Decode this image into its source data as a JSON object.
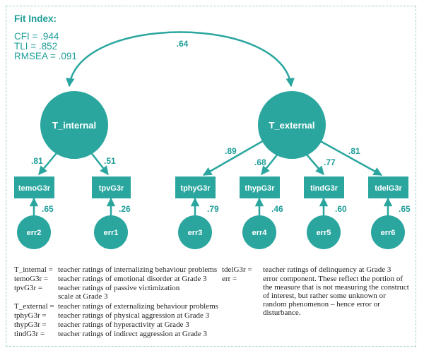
{
  "fit_index": {
    "title": "Fit Index:",
    "cfi": "CFI = .944",
    "tli": "TLI = .852",
    "rmsea": "RMSEA = .091"
  },
  "colors": {
    "teal": "#2aa69f",
    "text_teal": "#1d9e98"
  },
  "correlation": ".64",
  "latent": {
    "internal": "T_internal",
    "external": "T_external"
  },
  "observed": {
    "temo": "temoG3r",
    "tpv": "tpvG3r",
    "tphy": "tphyG3r",
    "thyp": "thypG3r",
    "tind": "tindG3r",
    "tdel": "tdelG3r"
  },
  "loadings": {
    "temo": ".81",
    "tpv": ".51",
    "tphy": ".89",
    "thyp": ".68",
    "tind": ".77",
    "tdel": ".81"
  },
  "errors": {
    "err2": "err2",
    "err1": "err1",
    "err3": "err3",
    "err4": "err4",
    "err5": "err5",
    "err6": "err6"
  },
  "error_paths": {
    "err2": ".65",
    "err1": ".26",
    "err3": ".79",
    "err4": ".46",
    "err5": ".60",
    "err6": ".65"
  },
  "legend_left": [
    {
      "term": "T_internal =",
      "def": "teacher ratings of internalizing behaviour problems"
    },
    {
      "term": "temoG3r =",
      "def": "teacher ratings of emotional disorder at Grade 3"
    },
    {
      "term": "tpvG3r =",
      "def": "teacher ratings of passive victimization"
    },
    {
      "term": "",
      "def": "scale at Grade 3"
    },
    {
      "term": "T_external =",
      "def": "teacher ratings of externalizing behaviour problems"
    },
    {
      "term": "tphyG3r =",
      "def": "teacher ratings of physical aggression at Grade 3"
    },
    {
      "term": "thypG3r =",
      "def": "teacher ratings of hyperactivity at Grade 3"
    },
    {
      "term": "tindG3r =",
      "def": "teacher ratings of indirect aggression at Grade 3"
    }
  ],
  "legend_right": [
    {
      "term": "tdelG3r =",
      "def": "teacher ratings of delinquency at Grade 3"
    },
    {
      "term": "err =",
      "def": "error component. These reflect the portion of the measure that is not measuring the construct of interest, but rather some unknown or random phenomenon – hence error or disturbance."
    }
  ]
}
